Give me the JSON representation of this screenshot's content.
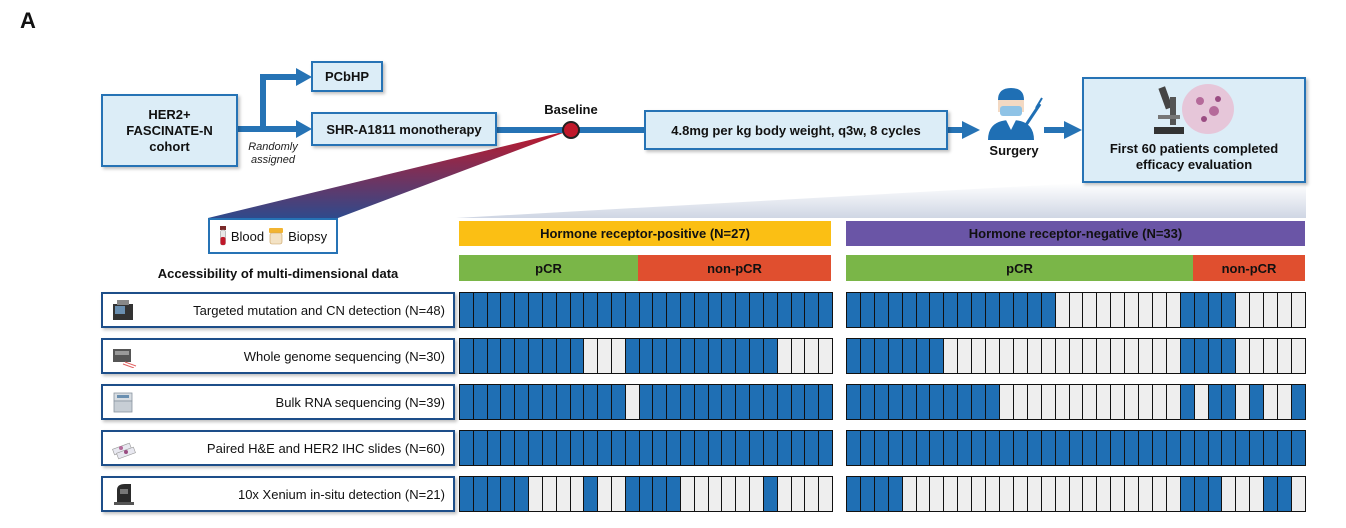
{
  "panel_label": "A",
  "flow": {
    "cohort": [
      "HER2+",
      "FASCINATE-N",
      "cohort"
    ],
    "assignment": [
      "Randomly",
      "assigned"
    ],
    "arm_pcbhp": "PCbHP",
    "arm_shr": "SHR-A1811 monotherapy",
    "baseline": "Baseline",
    "dose": "4.8mg per kg body weight, q3w, 8 cycles",
    "surgery": "Surgery",
    "evaluation": [
      "First 60 patients completed",
      "efficacy evaluation"
    ]
  },
  "samples": {
    "blood": "Blood",
    "biopsy": "Biopsy"
  },
  "accessibility_title": "Accessibility of multi-dimensional data",
  "groups": {
    "hr_pos": {
      "label": "Hormone receptor-positive (N=27)",
      "color": "#fbbf14"
    },
    "hr_neg": {
      "label": "Hormone receptor-negative (N=33)",
      "color": "#6a55a6"
    },
    "pcr": {
      "label": "pCR",
      "color": "#7ab648"
    },
    "non_pcr": {
      "label": "non-pCR",
      "color": "#e04f2f"
    }
  },
  "colors": {
    "available": "#1f6fb4",
    "unavailable": "#eeeeee",
    "flow_blue": "#2673b5"
  },
  "rows": [
    {
      "label": "Targeted mutation and CN detection (N=48)",
      "icon": "sequencer-icon",
      "pos": "111111111111111111111111111",
      "neg": "111111111111111000000000111100000"
    },
    {
      "label": "Whole genome sequencing (N=30)",
      "icon": "wgs-machine-icon",
      "pos": "111111111000111111111110000",
      "neg": "111111100000000000000000111100000"
    },
    {
      "label": "Bulk RNA sequencing (N=39)",
      "icon": "rna-sequencer-icon",
      "pos": "111111111111011111111111111",
      "neg": "111111111110000000000000101101001"
    },
    {
      "label": "Paired H&E and HER2 IHC slides (N=60)",
      "icon": "slides-icon",
      "pos": "111111111111111111111111111",
      "neg": "111111111111111111111111111111111"
    },
    {
      "label": "10x Xenium in-situ detection (N=21)",
      "icon": "xenium-icon",
      "pos": "111110000100111100000010000",
      "neg": "111100000000000000000000111000110"
    }
  ]
}
